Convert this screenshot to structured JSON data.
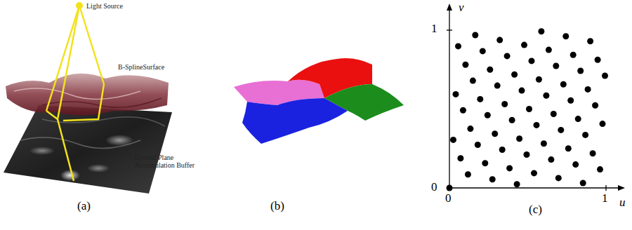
{
  "diagram": {
    "labels": [
      "Light Source",
      "B-SplineSurface",
      "Ground Plane Accumulation Buffer",
      "(a)",
      "(b)",
      "v",
      "1",
      "0",
      "0",
      "1",
      "u",
      "(c)"
    ]
  }
}
